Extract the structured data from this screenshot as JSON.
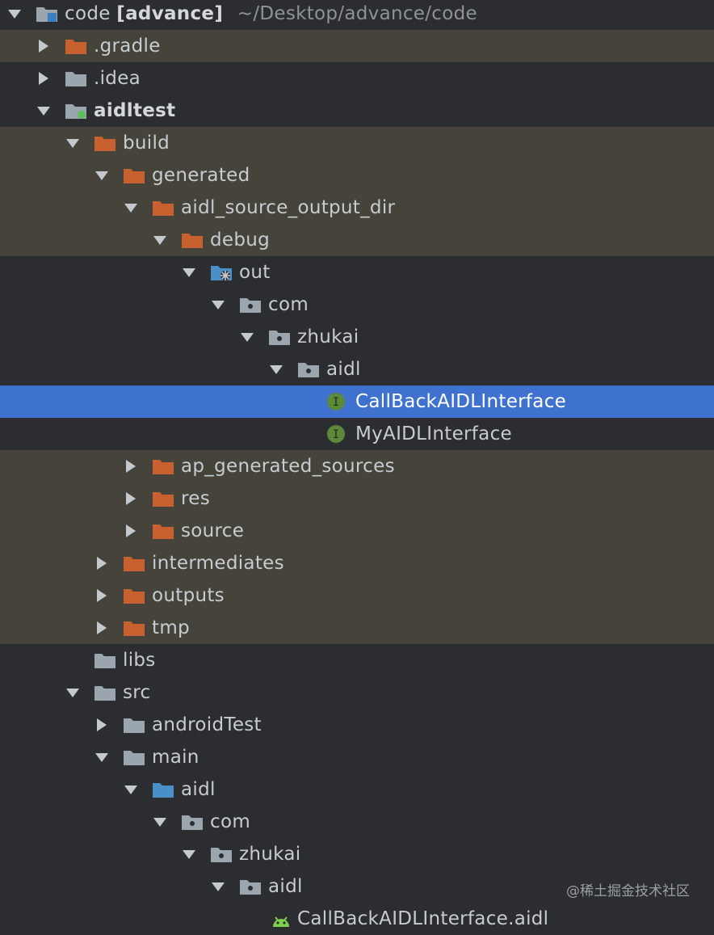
{
  "tree": {
    "root": {
      "name": "code",
      "module": "[advance]",
      "path": "~/Desktop/advance/code"
    },
    "items": [
      {
        "label": ".gradle"
      },
      {
        "label": ".idea"
      },
      {
        "label": "aidltest"
      },
      {
        "label": "build"
      },
      {
        "label": "generated"
      },
      {
        "label": "aidl_source_output_dir"
      },
      {
        "label": "debug"
      },
      {
        "label": "out"
      },
      {
        "label": "com"
      },
      {
        "label": "zhukai"
      },
      {
        "label": "aidl"
      },
      {
        "label": "CallBackAIDLInterface"
      },
      {
        "label": "MyAIDLInterface"
      },
      {
        "label": "ap_generated_sources"
      },
      {
        "label": "res"
      },
      {
        "label": "source"
      },
      {
        "label": "intermediates"
      },
      {
        "label": "outputs"
      },
      {
        "label": "tmp"
      },
      {
        "label": "libs"
      },
      {
        "label": "src"
      },
      {
        "label": "androidTest"
      },
      {
        "label": "main"
      },
      {
        "label": "aidl"
      },
      {
        "label": "com"
      },
      {
        "label": "zhukai"
      },
      {
        "label": "aidl"
      },
      {
        "label": "CallBackAIDLInterface.aidl"
      }
    ]
  },
  "watermark": "@稀土掘金技术社区",
  "colors": {
    "background": "#2b2d30",
    "excluded_row": "#45433a",
    "selection": "#3f71cf",
    "folder_excluded": "#c8602f",
    "folder_plain": "#9aa5ae",
    "folder_source": "#4a90c8",
    "interface_badge": "#5c8a3a",
    "android_green": "#7fd04c"
  }
}
